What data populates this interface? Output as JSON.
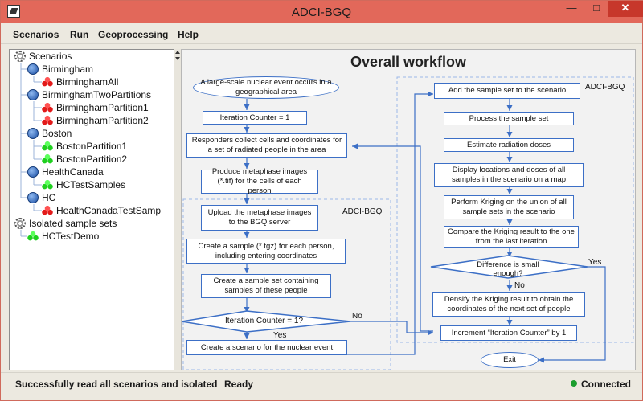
{
  "window": {
    "title": "ADCI-BGQ",
    "controls": {
      "minimize": "—",
      "maximize": "□",
      "close": "✕"
    },
    "icon": "app-logo-icon"
  },
  "menu": {
    "items": [
      "Scenarios",
      "Run",
      "Geoprocessing",
      "Help"
    ]
  },
  "tree": {
    "root_scenarios": "Scenarios",
    "birmingham": "Birmingham",
    "birmingham_all": "BirminghamAll",
    "birmingham_two": "BirminghamTwoPartitions",
    "birmingham_p1": "BirminghamPartition1",
    "birmingham_p2": "BirminghamPartition2",
    "boston": "Boston",
    "boston_p1": "BostonPartition1",
    "boston_p2": "BostonPartition2",
    "healthcanada": "HealthCanada",
    "hctestsamples": "HCTestSamples",
    "hc": "HC",
    "healthcanada_test": "HealthCanadaTestSamp",
    "root_isolated": "Isolated sample sets",
    "hctestdemo": "HCTestDemo"
  },
  "workflow": {
    "title": "Overall workflow",
    "adci_left": "ADCI-BGQ",
    "adci_right": "ADCI-BGQ",
    "start": "A large-scale nuclear event occurs in a geographical area",
    "iter1": "Iteration Counter = 1",
    "collect": "Responders collect cells and coordinates for a set of radiated people in the area",
    "metaphase": "Produce metaphase images (*.tif) for the cells of each person",
    "upload": "Upload the metaphase images to the BGQ server",
    "create_sample": "Create a sample (*.tgz) for each person, including entering coordinates",
    "create_set": "Create a sample set containing samples of these people",
    "decision_iter": "Iteration Counter = 1?",
    "no_left": "No",
    "yes_left": "Yes",
    "create_scenario": "Create a scenario for the nuclear event",
    "add_set": "Add the sample set to the scenario",
    "process": "Process the sample set",
    "estimate": "Estimate radiation doses",
    "display": "Display locations and doses of all samples in the scenario on a map",
    "kriging": "Perform Kriging on the union of all sample sets in the scenario",
    "compare": "Compare the Kriging result to the one from the last iteration",
    "decision_diff": "Difference is small enough?",
    "yes_right": "Yes",
    "no_right": "No",
    "densify": "Densify the Kriging result to obtain the coordinates of the next set of people",
    "increment": "Increment “Iteration Counter” by 1",
    "exit": "Exit"
  },
  "status": {
    "message": "Successfully read all scenarios and isolated",
    "state": "Ready",
    "connection": "Connected",
    "connection_color": "#1c9e2e"
  }
}
